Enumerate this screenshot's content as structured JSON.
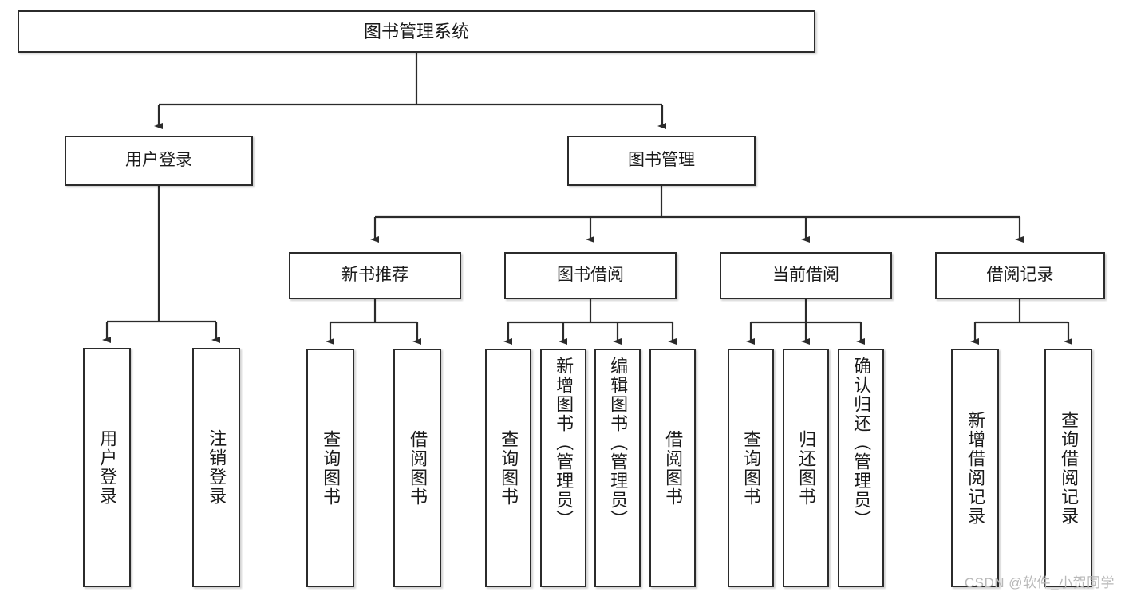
{
  "diagram": {
    "type": "tree",
    "title": "图书管理系统",
    "watermark": "CSDN @软件_小贺同学",
    "colors": {
      "box_border": "#2b2b2b",
      "box_fill": "#ffffff",
      "connector": "#333333",
      "text": "#1a1a1a",
      "watermark": "#b8b8b8"
    },
    "levels": {
      "root": {
        "label": "图书管理系统"
      },
      "level2": [
        {
          "label": "用户登录"
        },
        {
          "label": "图书管理"
        }
      ],
      "level3": [
        {
          "label": "新书推荐"
        },
        {
          "label": "图书借阅"
        },
        {
          "label": "当前借阅"
        },
        {
          "label": "借阅记录"
        }
      ],
      "leaves": {
        "user_login": [
          {
            "label": "用户登录"
          },
          {
            "label": "注销登录"
          }
        ],
        "new_book_recommend": [
          {
            "label": "查询图书"
          },
          {
            "label": "借阅图书"
          }
        ],
        "book_borrow": [
          {
            "label": "查询图书"
          },
          {
            "label": "新增图书（管理员）"
          },
          {
            "label": "编辑图书（管理员）"
          },
          {
            "label": "借阅图书"
          }
        ],
        "current_borrow": [
          {
            "label": "查询图书"
          },
          {
            "label": "归还图书"
          },
          {
            "label": "确认归还（管理员）"
          }
        ],
        "borrow_record": [
          {
            "label": "新增借阅记录"
          },
          {
            "label": "查询借阅记录"
          }
        ]
      }
    }
  }
}
